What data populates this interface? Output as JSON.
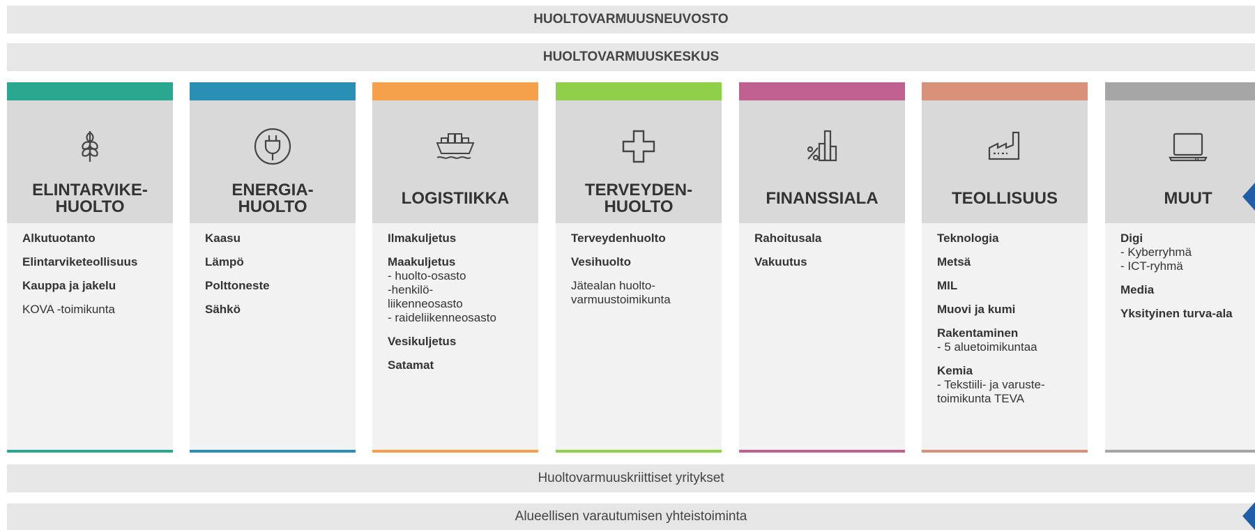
{
  "top_bars": [
    "HUOLTOVARMUUSNEUVOSTO",
    "HUOLTOVARMUUSKESKUS"
  ],
  "bottom_bars": [
    "Huoltovarmuuskriittiset yritykset",
    "Alueellisen varautumisen yhteistoiminta"
  ],
  "columns": [
    {
      "title": "ELINTARVIKE-\nHUOLTO",
      "color": "#2aa88f",
      "icon": "wheat-icon",
      "items": [
        {
          "main": "Alkutuotanto",
          "bold": true
        },
        {
          "main": "Elintarviketeollisuus",
          "bold": true
        },
        {
          "main": "Kauppa ja jakelu",
          "bold": true
        },
        {
          "main": "KOVA -toimikunta",
          "bold": false
        }
      ]
    },
    {
      "title": "ENERGIA-\nHUOLTO",
      "color": "#2a8fb5",
      "icon": "power-plug-icon",
      "items": [
        {
          "main": "Kaasu",
          "bold": true
        },
        {
          "main": "Lämpö",
          "bold": true
        },
        {
          "main": "Polttoneste",
          "bold": true
        },
        {
          "main": "Sähkö",
          "bold": true
        }
      ]
    },
    {
      "title": "LOGISTIIKKA",
      "color": "#f5a04a",
      "icon": "cargo-ship-icon",
      "items": [
        {
          "main": "Ilmakuljetus",
          "bold": true
        },
        {
          "main": "Maakuljetus",
          "bold": true,
          "sub": [
            "- huolto-osasto",
            "-henkilö-",
            "liikenneosasto",
            "- raideliikenneosasto"
          ]
        },
        {
          "main": "Vesikuljetus",
          "bold": true
        },
        {
          "main": "Satamat",
          "bold": true
        }
      ]
    },
    {
      "title": "TERVEYDEN-\nHUOLTO",
      "color": "#8fcf4a",
      "icon": "medical-cross-icon",
      "items": [
        {
          "main": "Terveydenhuolto",
          "bold": true
        },
        {
          "main": "Vesihuolto",
          "bold": true
        },
        {
          "main": "Jätealan huolto-\nvarmuustoimikunta",
          "bold": false
        }
      ]
    },
    {
      "title": "FINANSSIALA",
      "color": "#c0608f",
      "icon": "finance-chart-icon",
      "items": [
        {
          "main": "Rahoitusala",
          "bold": true
        },
        {
          "main": "Vakuutus",
          "bold": true
        }
      ]
    },
    {
      "title": "TEOLLISUUS",
      "color": "#d9927a",
      "icon": "factory-icon",
      "items": [
        {
          "main": "Teknologia",
          "bold": true
        },
        {
          "main": "Metsä",
          "bold": true
        },
        {
          "main": "MIL",
          "bold": true
        },
        {
          "main": "Muovi ja kumi",
          "bold": true
        },
        {
          "main": "Rakentaminen",
          "bold": true,
          "sub": [
            "- 5 aluetoimikuntaa"
          ]
        },
        {
          "main": "Kemia",
          "bold": true,
          "sub": [
            "- Tekstiili- ja varuste-",
            "toimikunta TEVA"
          ]
        }
      ]
    },
    {
      "title": "MUUT",
      "color": "#a6a6a6",
      "icon": "laptop-icon",
      "items": [
        {
          "main": "Digi",
          "bold": true,
          "sub": [
            "- Kyberryhmä",
            "- ICT-ryhmä"
          ]
        },
        {
          "main": "Media",
          "bold": true
        },
        {
          "main": "Yksityinen turva-ala",
          "bold": true
        }
      ]
    }
  ]
}
